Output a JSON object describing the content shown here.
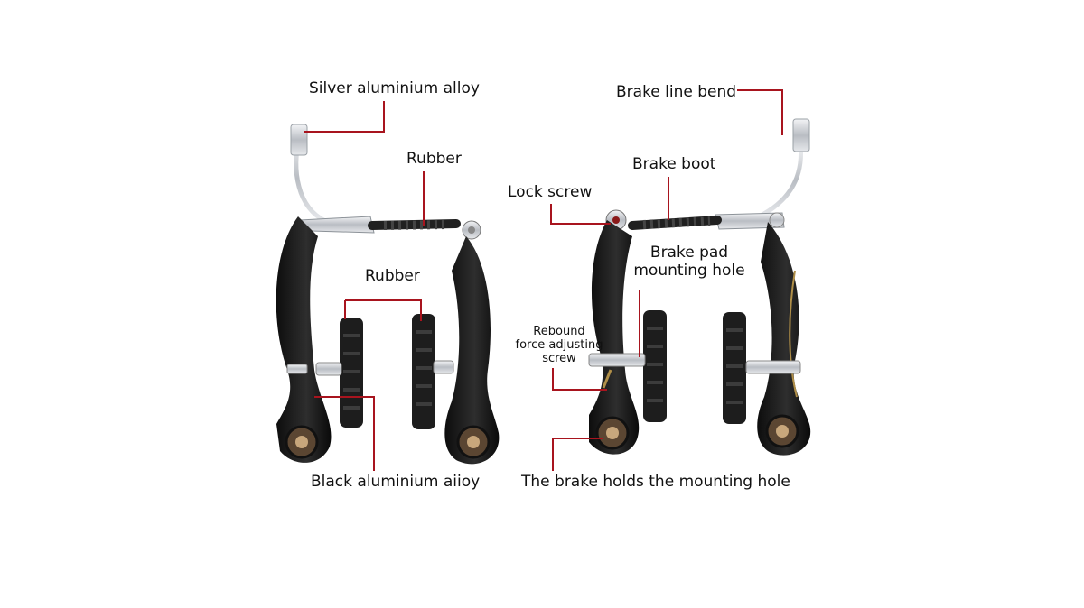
{
  "labels": {
    "silver_alloy": "Silver aluminium alloy",
    "rubber_top": "Rubber",
    "rubber_pads": "Rubber",
    "black_alloy": "Black aluminium aiioy",
    "brake_line_bend": "Brake line bend",
    "brake_boot": "Brake boot",
    "lock_screw": "Lock screw",
    "pad_hole_1": "Brake pad",
    "pad_hole_2": "mounting hole",
    "rebound_1": "Rebound",
    "rebound_2": "force adjusting",
    "rebound_3": "screw",
    "mount_hole": "The brake holds the mounting hole"
  },
  "colors": {
    "leader": "#a8141e",
    "metal": "#1a1a1a",
    "silver": "#c9ccd1",
    "rubber": "#262626",
    "background": "#ffffff"
  }
}
